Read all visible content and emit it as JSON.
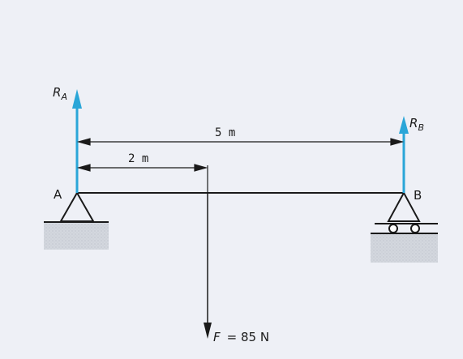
{
  "labels": {
    "point_a": "A",
    "point_b": "B",
    "reaction_a_symbol": "R",
    "reaction_a_subscript": "A",
    "reaction_b_symbol": "R",
    "reaction_b_subscript": "B",
    "span_dimension": "5 m",
    "load_dimension": "2 m",
    "force_symbol": "F",
    "force_value": "= 85 N"
  },
  "colors": {
    "reaction_arrows": "#2aa6d8",
    "lines": "#1a1a1a",
    "ground_hatch": "#c9ced6",
    "background": "#eef0f6"
  }
}
